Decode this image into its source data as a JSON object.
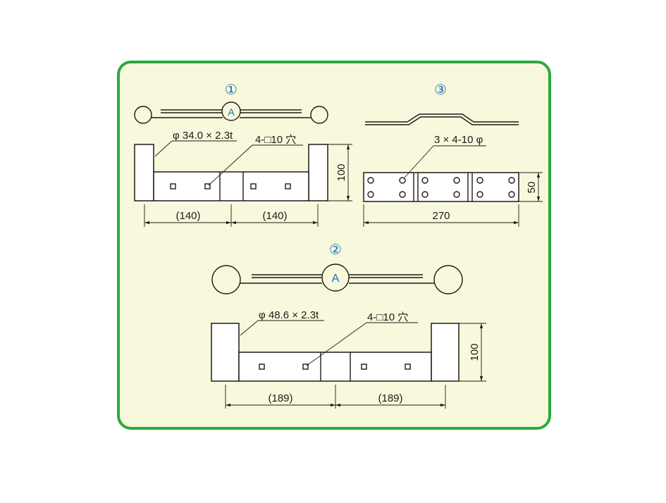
{
  "figure1": {
    "number": "①",
    "label_a": "A",
    "pipe_spec": "φ 34.0 × 2.3t",
    "hole_spec": "4-□10 穴",
    "height_dim": "100",
    "width_left": "(140)",
    "width_right": "(140)"
  },
  "figure2": {
    "number": "②",
    "label_a": "A",
    "pipe_spec": "φ 48.6 × 2.3t",
    "hole_spec": "4-□10 穴",
    "height_dim": "100",
    "width_left": "(189)",
    "width_right": "(189)"
  },
  "figure3": {
    "number": "③",
    "hole_spec": "3 × 4-10 φ",
    "height_dim": "50",
    "width_dim": "270"
  },
  "colors": {
    "frame_border": "#2aaa3c",
    "frame_fill": "#f7f8dc",
    "accent_number": "#1a6fb8"
  }
}
